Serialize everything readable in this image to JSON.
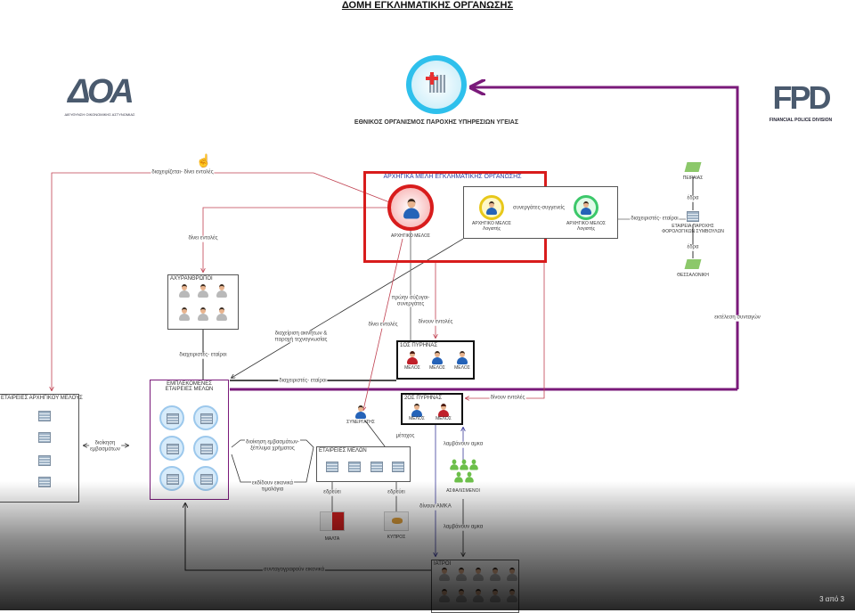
{
  "title": "ΔΟΜΗ ΕΓΚΛΗΜΑΤΙΚΗΣ ΟΡΓΑΝΩΣΗΣ",
  "logos": {
    "left": {
      "mark": "ΔΟΑ",
      "text": "ΔΙΕΥΘΥΝΣΗ ΟΙΚΟΝΟΜΙΚΗΣ ΑΣΤΥΝΟΜΙΑΣ"
    },
    "right": {
      "mark": "FPD",
      "text": "FINANCIAL POLICE DIVISION"
    }
  },
  "eopyy": {
    "label": "ΕΘΝΙΚΟΣ ΟΡΓΑΝΙΣΜΟΣ ΠΑΡΟΧΗΣ ΥΠΗΡΕΣΙΩΝ ΥΓΕΙΑΣ",
    "icon": "hospital-icon"
  },
  "leaders": {
    "title": "ΑΡΧΗΓΙΚΑ ΜΕΛΗ ΕΓΚΛΗΜΑΤΙΚΗΣ ΟΡΓΑΝΩΣΗΣ",
    "main": "ΑΡΧΗΓΙΚΟ ΜΕΛΟΣ",
    "accountants": [
      {
        "label": "ΑΡΧΗΓΙΚΟ ΜΕΛΟΣ",
        "role": "Λογιστής",
        "ring": "#e8c81a"
      },
      {
        "label": "ΑΡΧΗΓΙΚΟ ΜΕΛΟΣ",
        "role": "Λογιστής",
        "ring": "#3cc86a"
      }
    ],
    "relation": "συνεργάτες-συγγενείς"
  },
  "tax_firm": {
    "top": "ΠΕΙΡΑΙΑΣ",
    "seat1": "έδρα",
    "label1": "ΕΤΑΙΡΕΙΑ ΠΑΡΟΧΗΣ",
    "label2": "ΦΟΡΟΛΟΓΙΚΩΝ ΣΥΜΒΟΥΛΩΝ",
    "seat2": "έδρα",
    "bottom": "ΘΕΣΣΑΛΟΝΙΚΗ"
  },
  "groups": {
    "strawmen": "ΑΧΥΡΑΝΘΡΩΠΟΙ",
    "involved": [
      "ΕΜΠΛΕΚΟΜΕΝΕΣ",
      "ΕΤΑΙΡΕΙΕΣ ΜΕΛΩΝ"
    ],
    "leader_firms": "ΕΤΑΙΡΕΙΕΣ ΑΡΧΗΓΙΚΟΥ ΜΕΛΟΥΣ",
    "cell1": {
      "title": "1ΟΣ ΠΥΡΗΝΑΣ",
      "members": [
        "ΜΕΛΟΣ",
        "ΜΕΛΟΣ",
        "ΜΕΛΟΣ"
      ]
    },
    "cell2": {
      "title": "2ΟΣ ΠΥΡΗΝΑΣ",
      "members": [
        "ΜΕΛΟΣ",
        "ΜΕΛΟΣ"
      ]
    },
    "partner": "ΣΥΝΕΡΓΑΤΗΣ",
    "member_firms": "ΕΤΑΙΡΕΙΕΣ ΜΕΛΩΝ",
    "malta": "ΜΑΛΤΑ",
    "cyprus": "ΚΥΠΡΟΣ",
    "insured": "ΑΣΦΑΛΙΣΜΕΝΟΙ",
    "doctors": "ΙΑΤΡΟΙ"
  },
  "edges": {
    "manages_orders": "διαχειρίζεται- δίνει εντολές",
    "gives_orders_a": "δίνει εντολές",
    "directors_a": "διαχειριστές- εταίροι",
    "real_estate": [
      "διαχείριση ακινήτων &",
      "παροχή τεχνογνωσίας"
    ],
    "directors_b": "διαχειριστές- εταίροι",
    "ex_spouses": [
      "πρώην σύζυγοι-",
      "συνεργάτες"
    ],
    "give_orders_b": "δίνουν εντολές",
    "gives_orders_c": "δίνει εντολές",
    "give_orders_c": "δίνουν εντολές",
    "directors_c": "διαχειριστές- εταίροι",
    "prescriptions": "εκτέλεση συνταγών",
    "remittances": [
      "διοίκηση",
      "εμβασμάτων"
    ],
    "laundering": [
      "διοίκηση εμβασμάτων-",
      "ξέπλυμα χρήματος"
    ],
    "invoices": [
      "εκδίδουν εικονικά",
      "τιμολόγια"
    ],
    "shareholder": "μέτοχος",
    "based1": "εδρεύει",
    "based2": "εδρεύει",
    "give_amka": "δίνουν ΑΜΚΑ",
    "receive1": "λαμβάνουν αμκα",
    "receive2": "λαμβάνουν αμκα",
    "fake_rx": "συνταγογραφούν εικονικά"
  },
  "colors": {
    "leader_box": "#d81c1c",
    "flow": "#7a1a7a",
    "orders": "#c04050",
    "amka": "#3a3a9a"
  },
  "page_indicator": "3 από 3"
}
